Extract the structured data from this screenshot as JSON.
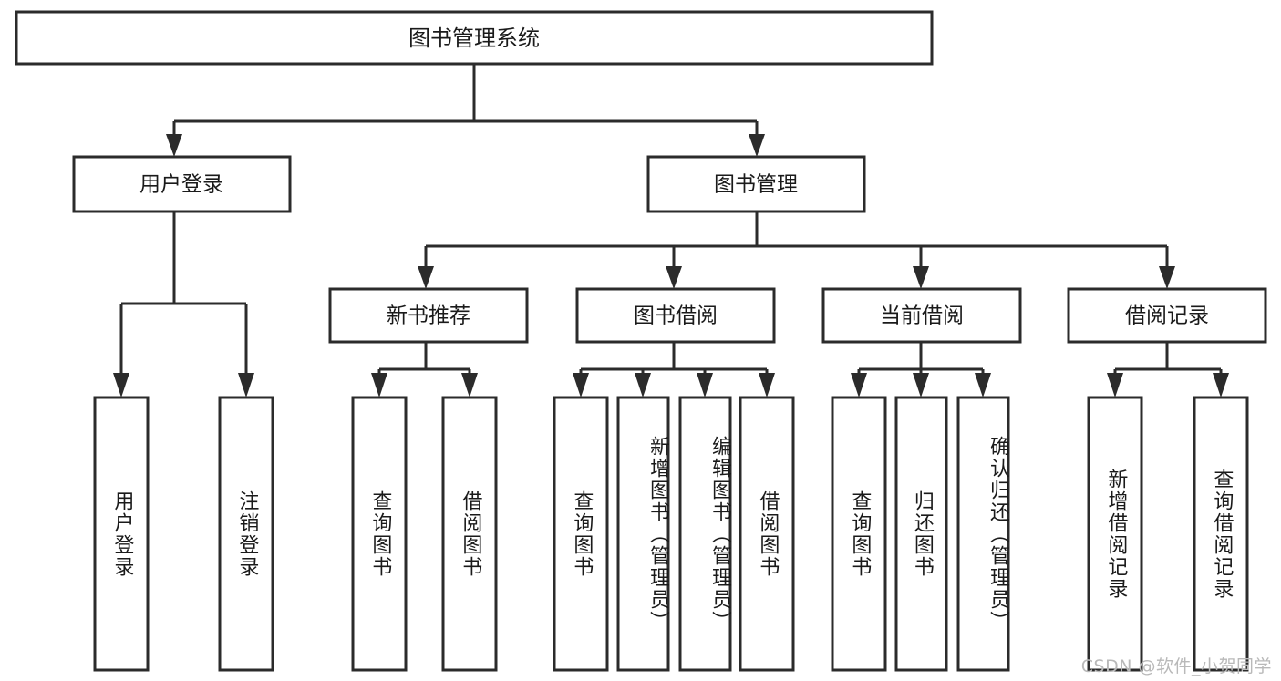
{
  "diagram": {
    "type": "tree-hierarchy-chart",
    "title": "图书管理系统",
    "stroke_color": "#2b2b2b",
    "fill_color": "#ffffff",
    "text_color": "#1a1a1a",
    "root": {
      "id": "root",
      "label": "图书管理系统",
      "orientation": "horizontal"
    },
    "level2": [
      {
        "id": "user-login",
        "label": "用户登录",
        "orientation": "horizontal"
      },
      {
        "id": "book-management",
        "label": "图书管理",
        "orientation": "horizontal"
      }
    ],
    "level3": [
      {
        "id": "new-book-recommend",
        "label": "新书推荐",
        "orientation": "horizontal",
        "parent": "book-management"
      },
      {
        "id": "book-borrow",
        "label": "图书借阅",
        "orientation": "horizontal",
        "parent": "book-management"
      },
      {
        "id": "current-borrow",
        "label": "当前借阅",
        "orientation": "horizontal",
        "parent": "book-management"
      },
      {
        "id": "borrow-record",
        "label": "借阅记录",
        "orientation": "horizontal",
        "parent": "book-management"
      }
    ],
    "leaves": [
      {
        "id": "leaf-user-login",
        "label": "用户登录",
        "parent": "user-login",
        "orientation": "vertical"
      },
      {
        "id": "leaf-logout-login",
        "label": "注销登录",
        "parent": "user-login",
        "orientation": "vertical"
      },
      {
        "id": "leaf-query-book-1",
        "label": "查询图书",
        "parent": "new-book-recommend",
        "orientation": "vertical"
      },
      {
        "id": "leaf-borrow-book-1",
        "label": "借阅图书",
        "parent": "new-book-recommend",
        "orientation": "vertical"
      },
      {
        "id": "leaf-query-book-2",
        "label": "查询图书",
        "parent": "book-borrow",
        "orientation": "vertical"
      },
      {
        "id": "leaf-add-book-admin",
        "label": "新增图书（管理员）",
        "parent": "book-borrow",
        "orientation": "vertical"
      },
      {
        "id": "leaf-edit-book-admin",
        "label": "编辑图书（管理员）",
        "parent": "book-borrow",
        "orientation": "vertical"
      },
      {
        "id": "leaf-borrow-book-2",
        "label": "借阅图书",
        "parent": "book-borrow",
        "orientation": "vertical"
      },
      {
        "id": "leaf-query-book-3",
        "label": "查询图书",
        "parent": "current-borrow",
        "orientation": "vertical"
      },
      {
        "id": "leaf-return-book",
        "label": "归还图书",
        "parent": "current-borrow",
        "orientation": "vertical"
      },
      {
        "id": "leaf-confirm-return-admin",
        "label": "确认归还（管理员）",
        "parent": "current-borrow",
        "orientation": "vertical"
      },
      {
        "id": "leaf-add-borrow-record",
        "label": "新增借阅记录",
        "parent": "borrow-record",
        "orientation": "vertical"
      },
      {
        "id": "leaf-query-borrow-record",
        "label": "查询借阅记录",
        "parent": "borrow-record",
        "orientation": "vertical"
      }
    ]
  },
  "watermark": {
    "text": "CSDN @软件_小贺同学"
  }
}
